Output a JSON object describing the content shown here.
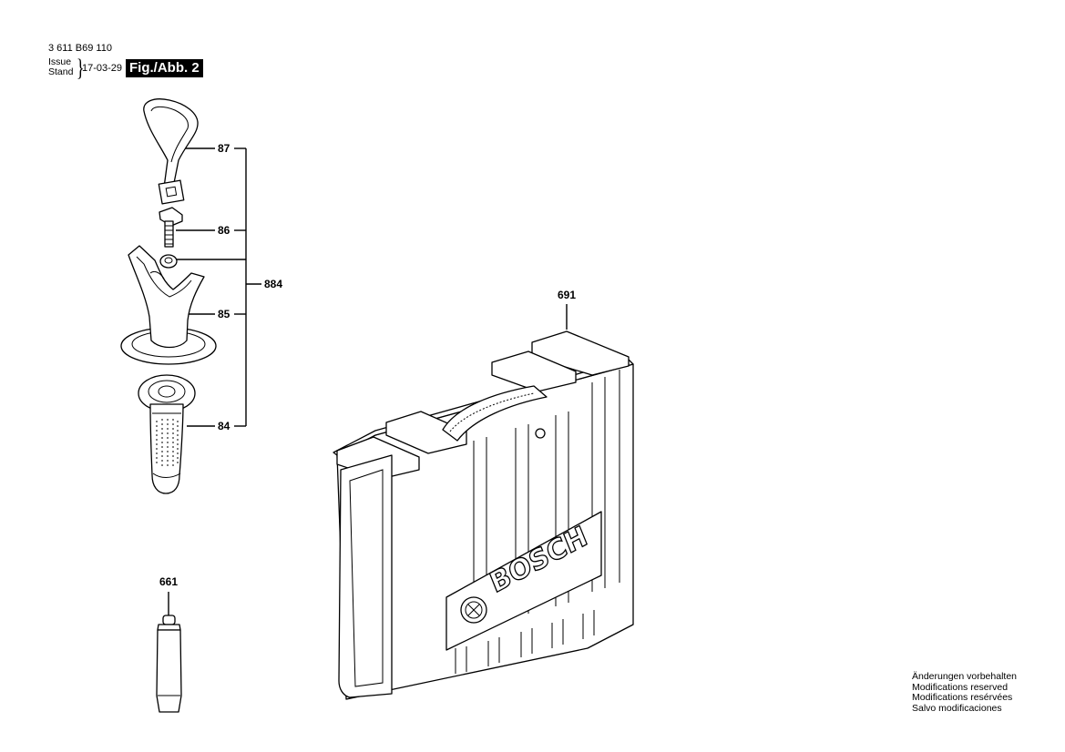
{
  "header": {
    "doc_number": "3 611 B69 110",
    "issue_label": "Issue",
    "stand_label": "Stand",
    "date": "17-03-29",
    "figure": "Fig./Abb. 2"
  },
  "parts": {
    "strap": "87",
    "bolt": "86",
    "handle_set": "884",
    "grip_holder": "85",
    "handle": "84",
    "grease": "661",
    "case": "691"
  },
  "case_brand": "BOSCH",
  "notes": [
    "Änderungen vorbehalten",
    "Modifications reserved",
    "Modifications resérvées",
    "Salvo modificaciones"
  ]
}
